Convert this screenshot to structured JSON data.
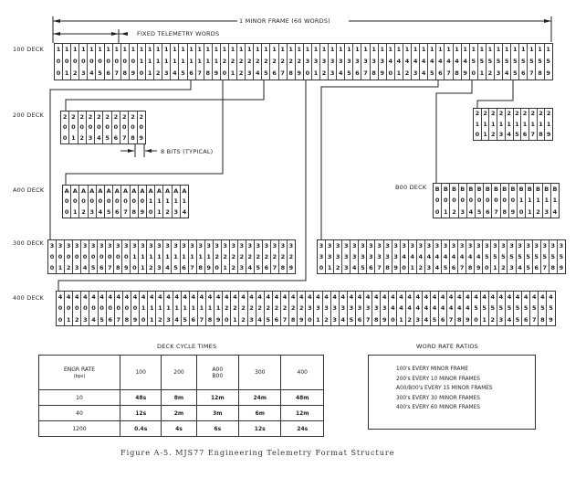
{
  "header": {
    "minor_frame_label": "1 MINOR FRAME (60 WORDS)",
    "fixed_words_label": "FIXED TELEMETRY WORDS",
    "bits_label": "8 BITS (TYPICAL)"
  },
  "decks": {
    "d100": {
      "label": "100 DECK",
      "prefix": "1",
      "start": 0,
      "count": 60
    },
    "d200a": {
      "label": "200 DECK",
      "prefix": "2",
      "start": 0,
      "count": 10
    },
    "d200b": {
      "prefix": "2",
      "start": 10,
      "count": 10
    },
    "dA00": {
      "label": "A00 DECK",
      "prefix": "A",
      "start": 0,
      "count": 15
    },
    "dB00": {
      "label": "B00 DECK",
      "prefix": "B",
      "start": 0,
      "count": 15
    },
    "d300a": {
      "label": "300 DECK",
      "prefix": "3",
      "start": 0,
      "count": 30
    },
    "d300b": {
      "prefix": "3",
      "start": 30,
      "count": 30
    },
    "d400": {
      "label": "400 DECK",
      "prefix": "4",
      "start": 0,
      "count": 60
    }
  },
  "cycle_table": {
    "title": "DECK CYCLE TIMES",
    "header_rate": "ENGR RATE",
    "header_rate_unit": "(bps)",
    "columns": [
      "100",
      "200",
      "A00",
      "B00",
      "300",
      "400"
    ],
    "rows": [
      {
        "rate": "10",
        "values": [
          "48s",
          "8m",
          "12m",
          "24m",
          "48m"
        ]
      },
      {
        "rate": "40",
        "values": [
          "12s",
          "2m",
          "3m",
          "6m",
          "12m"
        ]
      },
      {
        "rate": "1200",
        "values": [
          "0.4s",
          "4s",
          "6s",
          "12s",
          "24s"
        ]
      }
    ]
  },
  "ratios": {
    "title": "WORD RATE RATIOS",
    "items": [
      "100's EVERY MINOR FRAME",
      "200's EVERY 10 MINOR FRAMES",
      "A00/B00's EVERY 15 MINOR FRAMES",
      "300's EVERY 30 MINOR FRAMES",
      "400's EVERY 60 MINOR FRAMES"
    ]
  },
  "caption": "Figure A-5. MJS77 Engineering Telemetry Format Structure"
}
